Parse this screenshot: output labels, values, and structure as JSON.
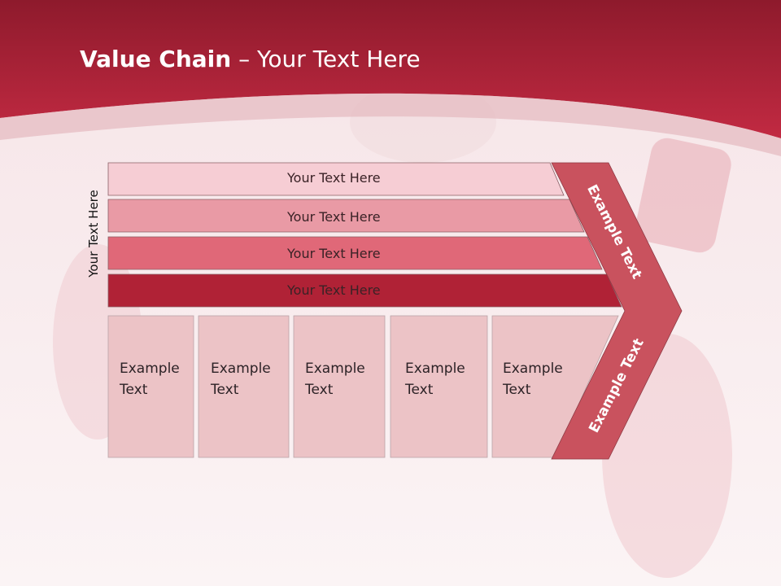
{
  "title": {
    "bold": "Value Chain",
    "rest": " – Your Text Here"
  },
  "side_label": "Your Text Here",
  "rows": [
    {
      "label": "Your Text Here",
      "color": "#f6cdd4"
    },
    {
      "label": "Your Text Here",
      "color": "#e99aa5"
    },
    {
      "label": "Your Text Here",
      "color": "#e06878"
    },
    {
      "label": "Your Text Here",
      "color": "#b02236"
    }
  ],
  "columns": [
    {
      "line1": "Example",
      "line2": "Text"
    },
    {
      "line1": "Example",
      "line2": "Text"
    },
    {
      "line1": "Example",
      "line2": "Text"
    },
    {
      "line1": "Example",
      "line2": "Text"
    },
    {
      "line1": "Example",
      "line2": "Text"
    }
  ],
  "chevron": {
    "top_text": "Example Text",
    "bottom_text": "Example Text",
    "color": "#c9525e"
  },
  "colors": {
    "header": "#b8233a",
    "column_fill": "#ecc3c6",
    "column_border": "#b9a4a7"
  }
}
